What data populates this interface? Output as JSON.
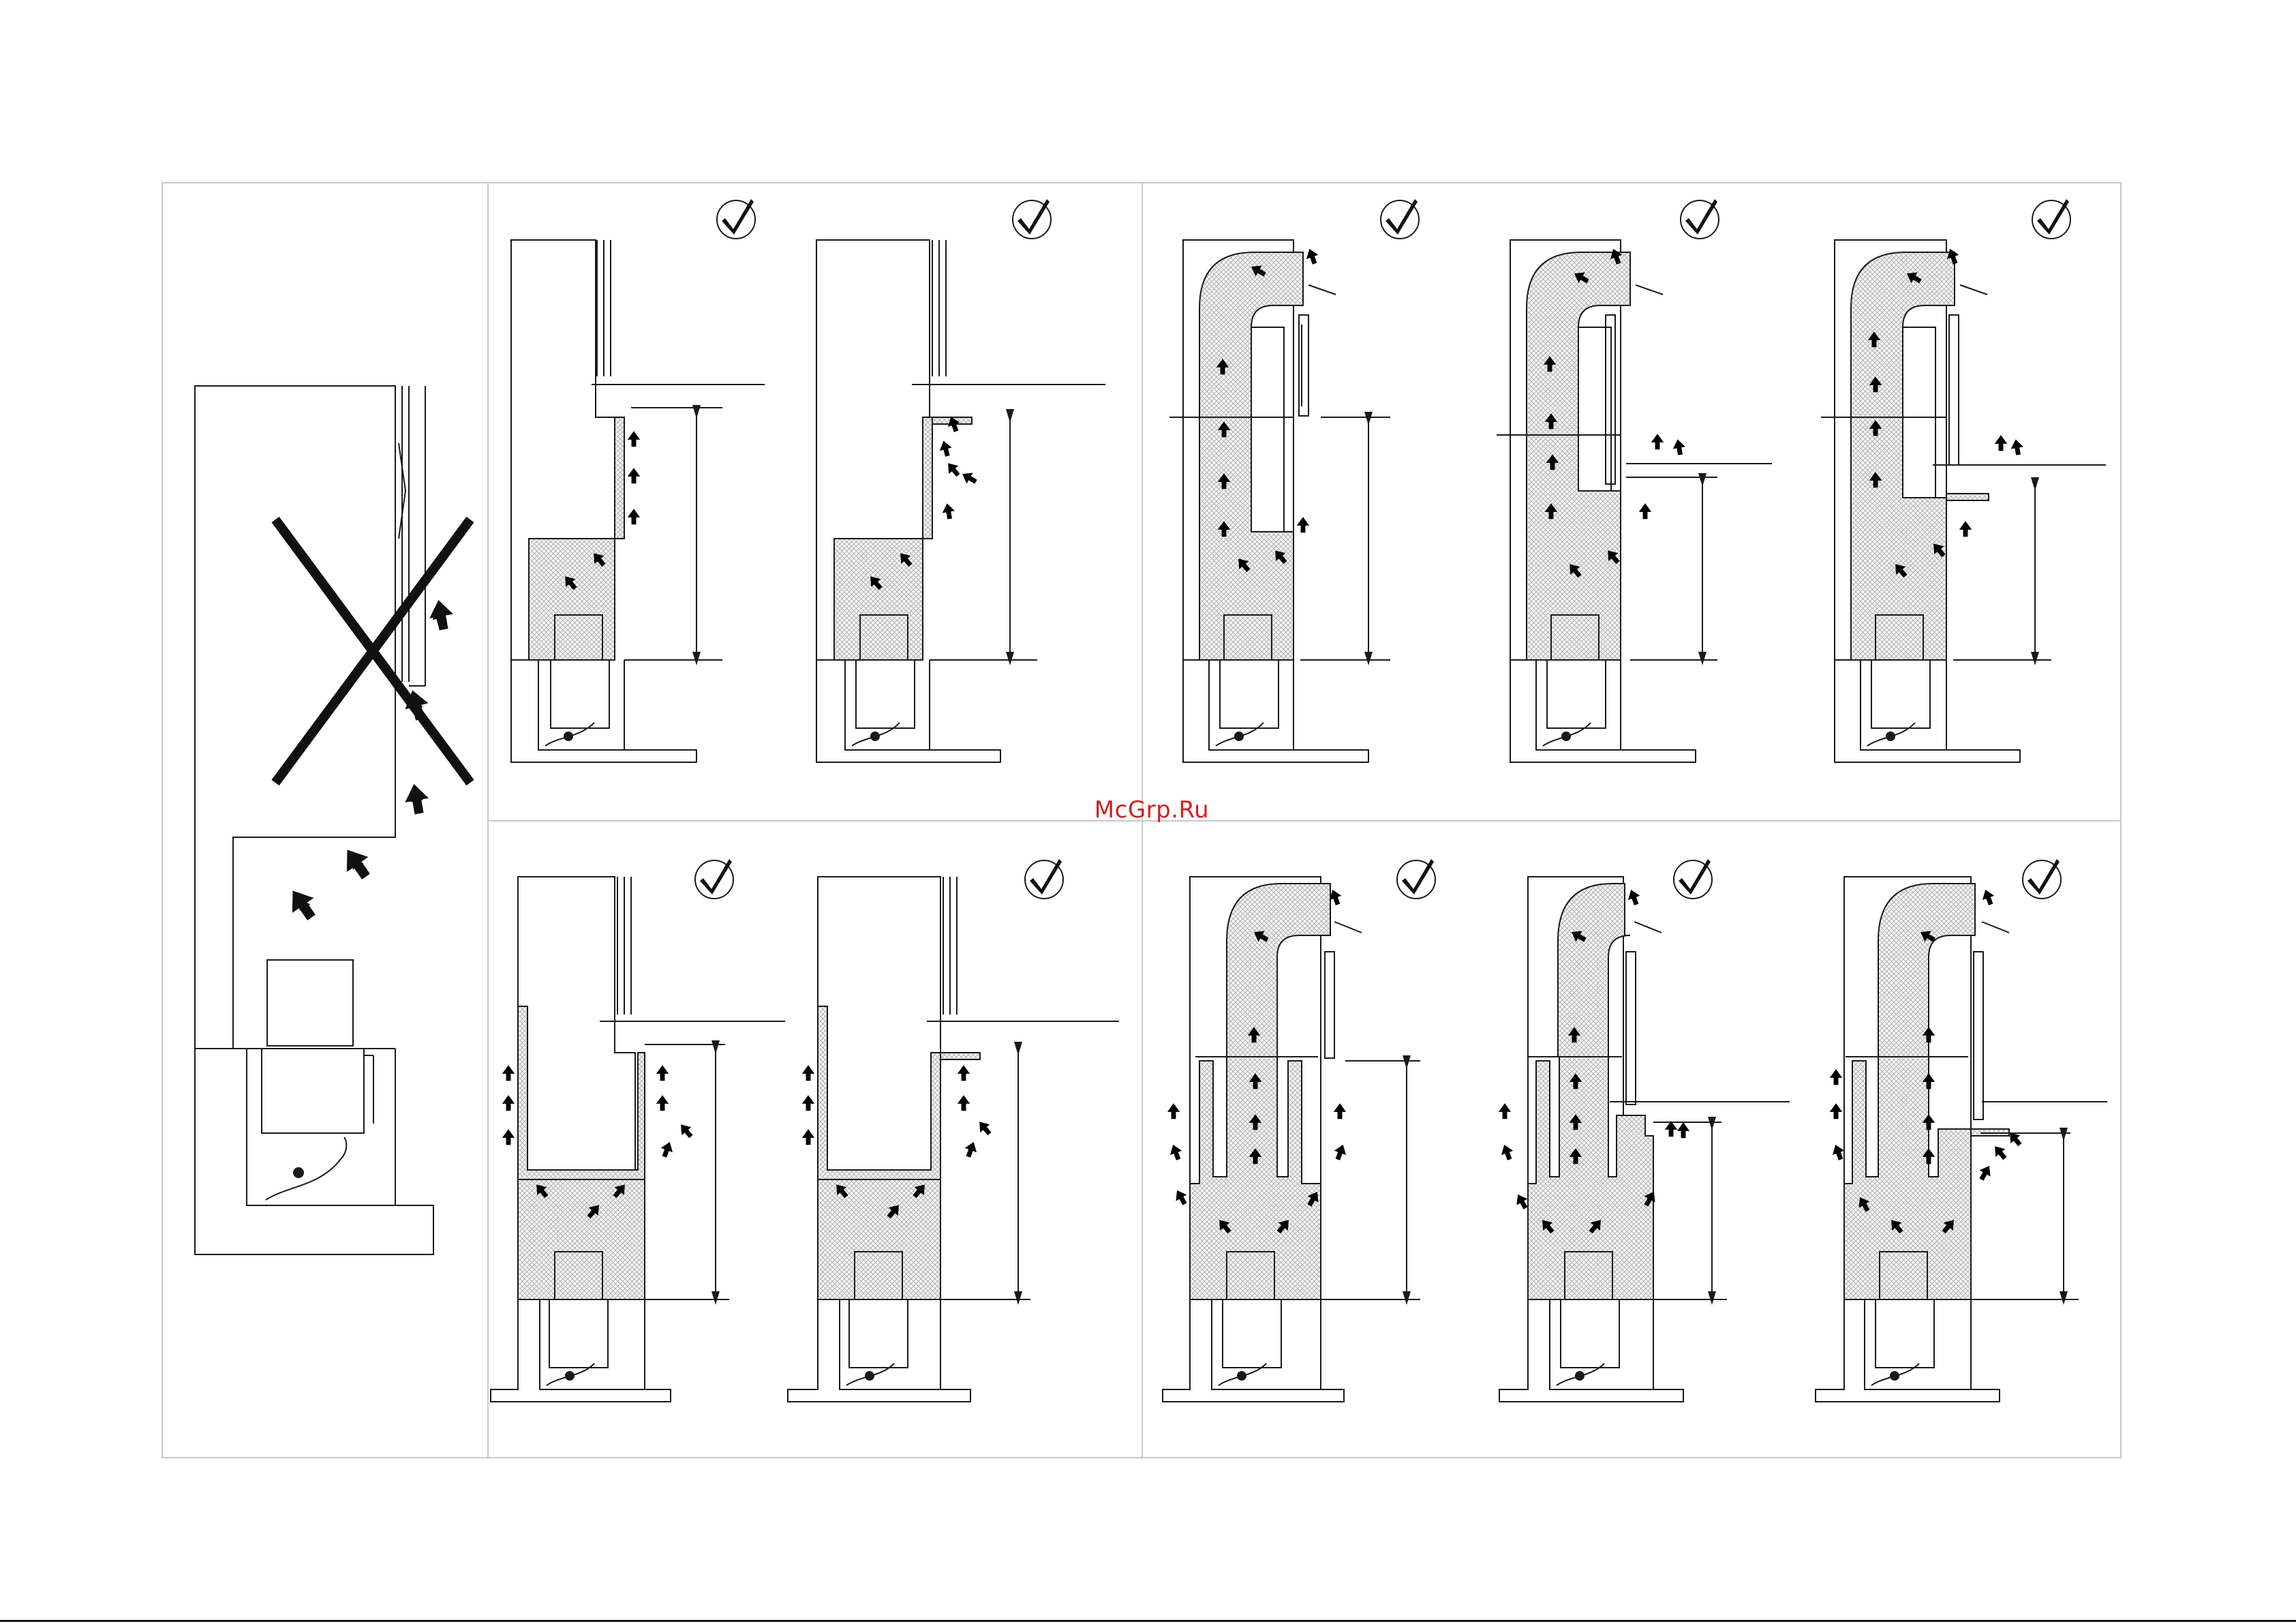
{
  "watermark": {
    "text": "McGrp.Ru",
    "color": "#d21f1f"
  },
  "colors": {
    "line": "#1a1a1a",
    "frame": "#c8c8c8",
    "hatch": "#b5b5b5",
    "arrow": "#000000"
  },
  "icons": [
    "check-icon",
    "prohibited-cross-icon",
    "airflow-arrow-icon",
    "cable-plug-icon"
  ],
  "panels": [
    {
      "id": "incorrect",
      "status": "prohibited"
    },
    {
      "id": "top-1",
      "status": "approved"
    },
    {
      "id": "top-2",
      "status": "approved"
    },
    {
      "id": "top-3",
      "status": "approved"
    },
    {
      "id": "top-4",
      "status": "approved"
    },
    {
      "id": "top-5",
      "status": "approved"
    },
    {
      "id": "bottom-1",
      "status": "approved"
    },
    {
      "id": "bottom-2",
      "status": "approved"
    },
    {
      "id": "bottom-3",
      "status": "approved"
    },
    {
      "id": "bottom-4",
      "status": "approved"
    },
    {
      "id": "bottom-5",
      "status": "approved"
    }
  ]
}
